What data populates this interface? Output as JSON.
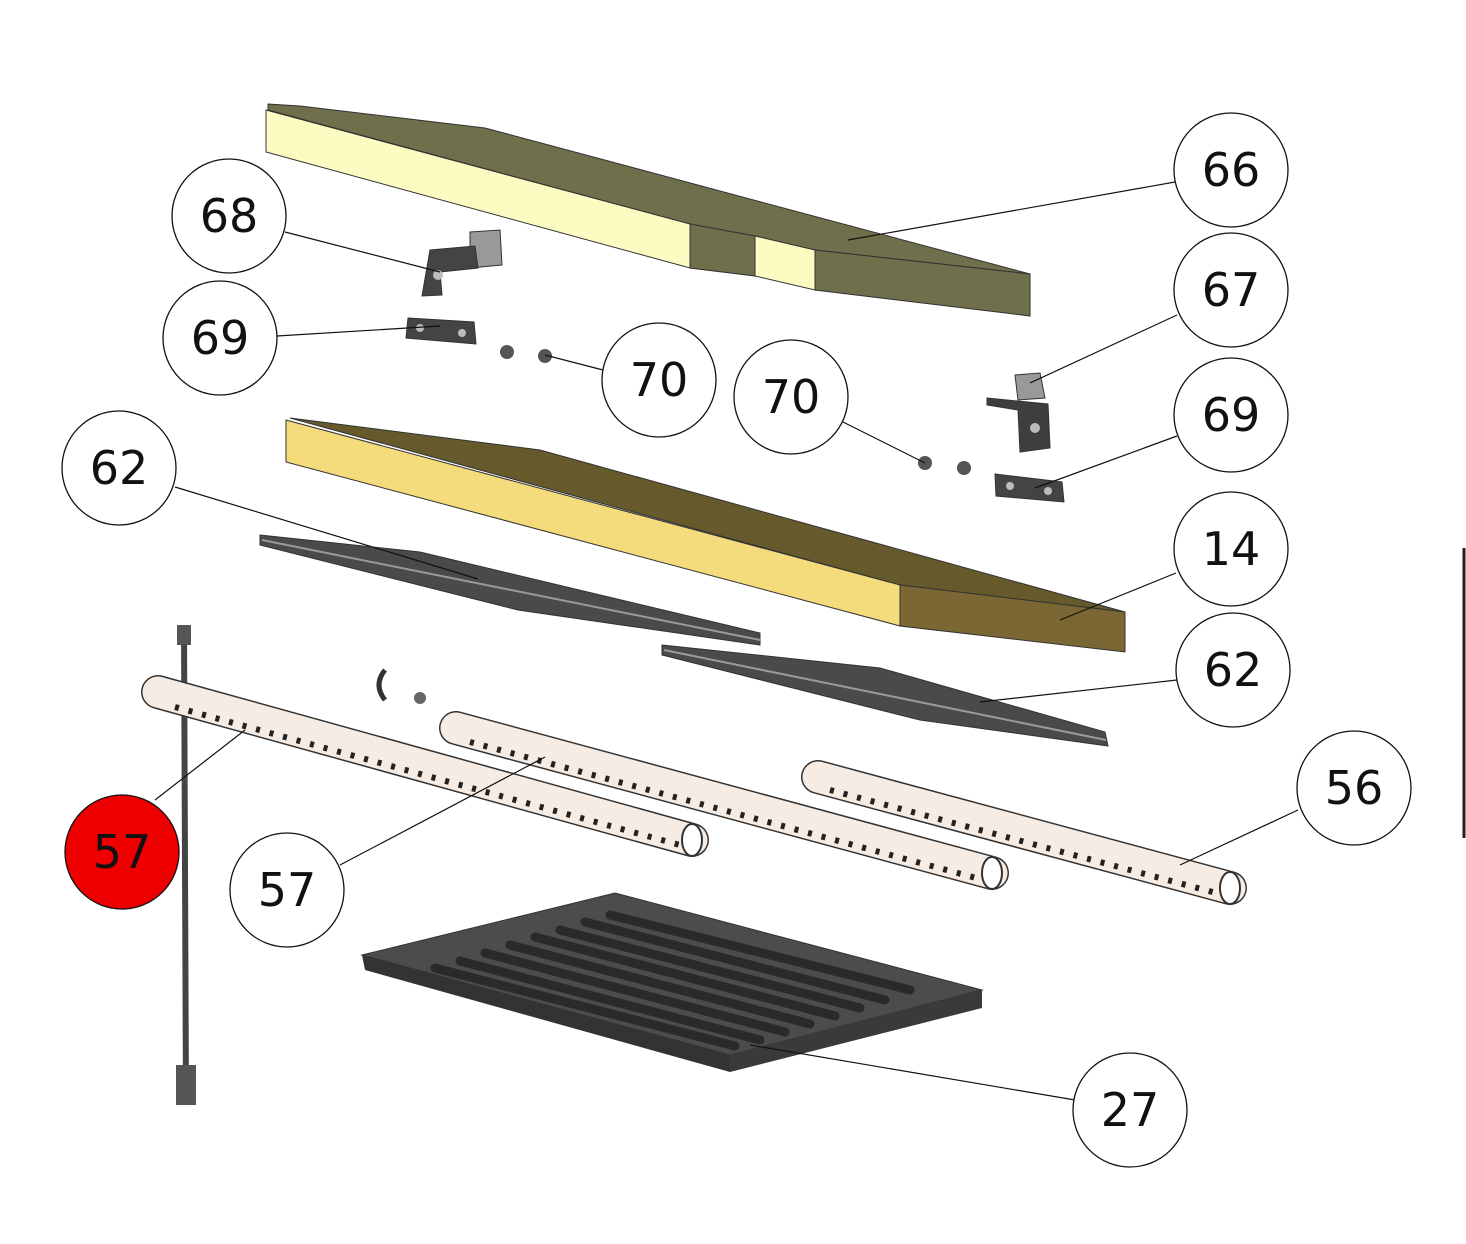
{
  "diagram": {
    "type": "exploded-parts-diagram",
    "highlight_color": "#ee0000",
    "callouts": [
      {
        "label": "66",
        "part": "top-baffle-board",
        "highlighted": false
      },
      {
        "label": "68",
        "part": "left-bracket",
        "highlighted": false
      },
      {
        "label": "67",
        "part": "right-bracket",
        "highlighted": false
      },
      {
        "label": "69",
        "part": "left-clamp-plate",
        "highlighted": false
      },
      {
        "label": "70",
        "part": "left-nuts",
        "highlighted": false
      },
      {
        "label": "70",
        "part": "right-nuts",
        "highlighted": false
      },
      {
        "label": "69",
        "part": "right-clamp-plate",
        "highlighted": false
      },
      {
        "label": "62",
        "part": "left-deflector-plate",
        "highlighted": false
      },
      {
        "label": "14",
        "part": "lower-baffle-board",
        "highlighted": false
      },
      {
        "label": "62",
        "part": "right-deflector-plate",
        "highlighted": false
      },
      {
        "label": "56",
        "part": "right-air-tube",
        "highlighted": false
      },
      {
        "label": "57",
        "part": "left-air-tube",
        "highlighted": true
      },
      {
        "label": "57",
        "part": "middle-air-tube",
        "highlighted": false
      },
      {
        "label": "27",
        "part": "grate",
        "highlighted": false
      }
    ]
  }
}
